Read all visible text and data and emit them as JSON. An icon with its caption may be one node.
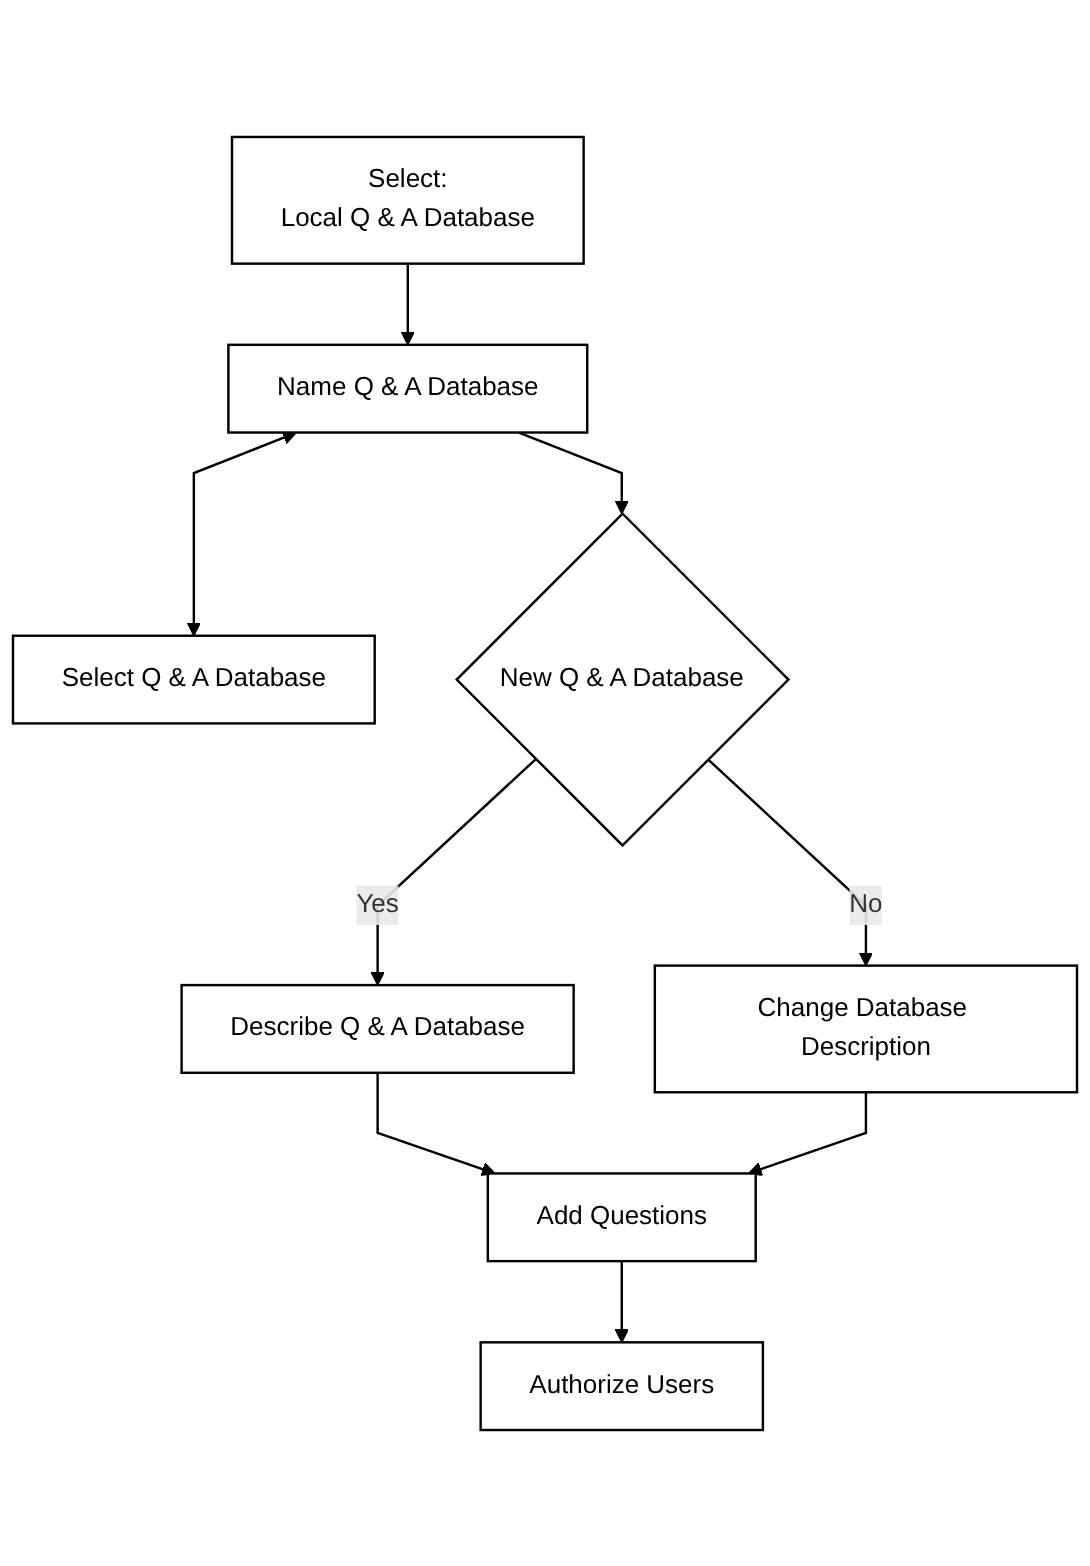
{
  "diagram": {
    "nodes": [
      {
        "text": [
          "Select:",
          "Local Q & A Database"
        ]
      },
      {
        "text": [
          "Name Q & A Database"
        ]
      },
      {
        "text": [
          "Select Q & A Database"
        ]
      },
      {
        "text": [
          "New Q & A Database"
        ]
      },
      {
        "text": [
          "Describe Q & A Database"
        ]
      },
      {
        "text": [
          "Change Database Description"
        ]
      },
      {
        "text": [
          "Add Questions"
        ]
      },
      {
        "text": [
          "Authorize Users"
        ]
      }
    ],
    "edges": [
      {
        "from": 0,
        "to": 1,
        "arrow": "to"
      },
      {
        "from": 1,
        "to": 2,
        "arrow": "both"
      },
      {
        "from": 1,
        "to": 3,
        "arrow": "to"
      },
      {
        "from": 3,
        "to": 4,
        "arrow": "to",
        "label": "Yes"
      },
      {
        "from": 3,
        "to": 5,
        "arrow": "to",
        "label": "No"
      },
      {
        "from": 4,
        "to": 6,
        "arrow": "to"
      },
      {
        "from": 5,
        "to": 6,
        "arrow": "to"
      },
      {
        "from": 6,
        "to": 7,
        "arrow": "to"
      }
    ]
  }
}
